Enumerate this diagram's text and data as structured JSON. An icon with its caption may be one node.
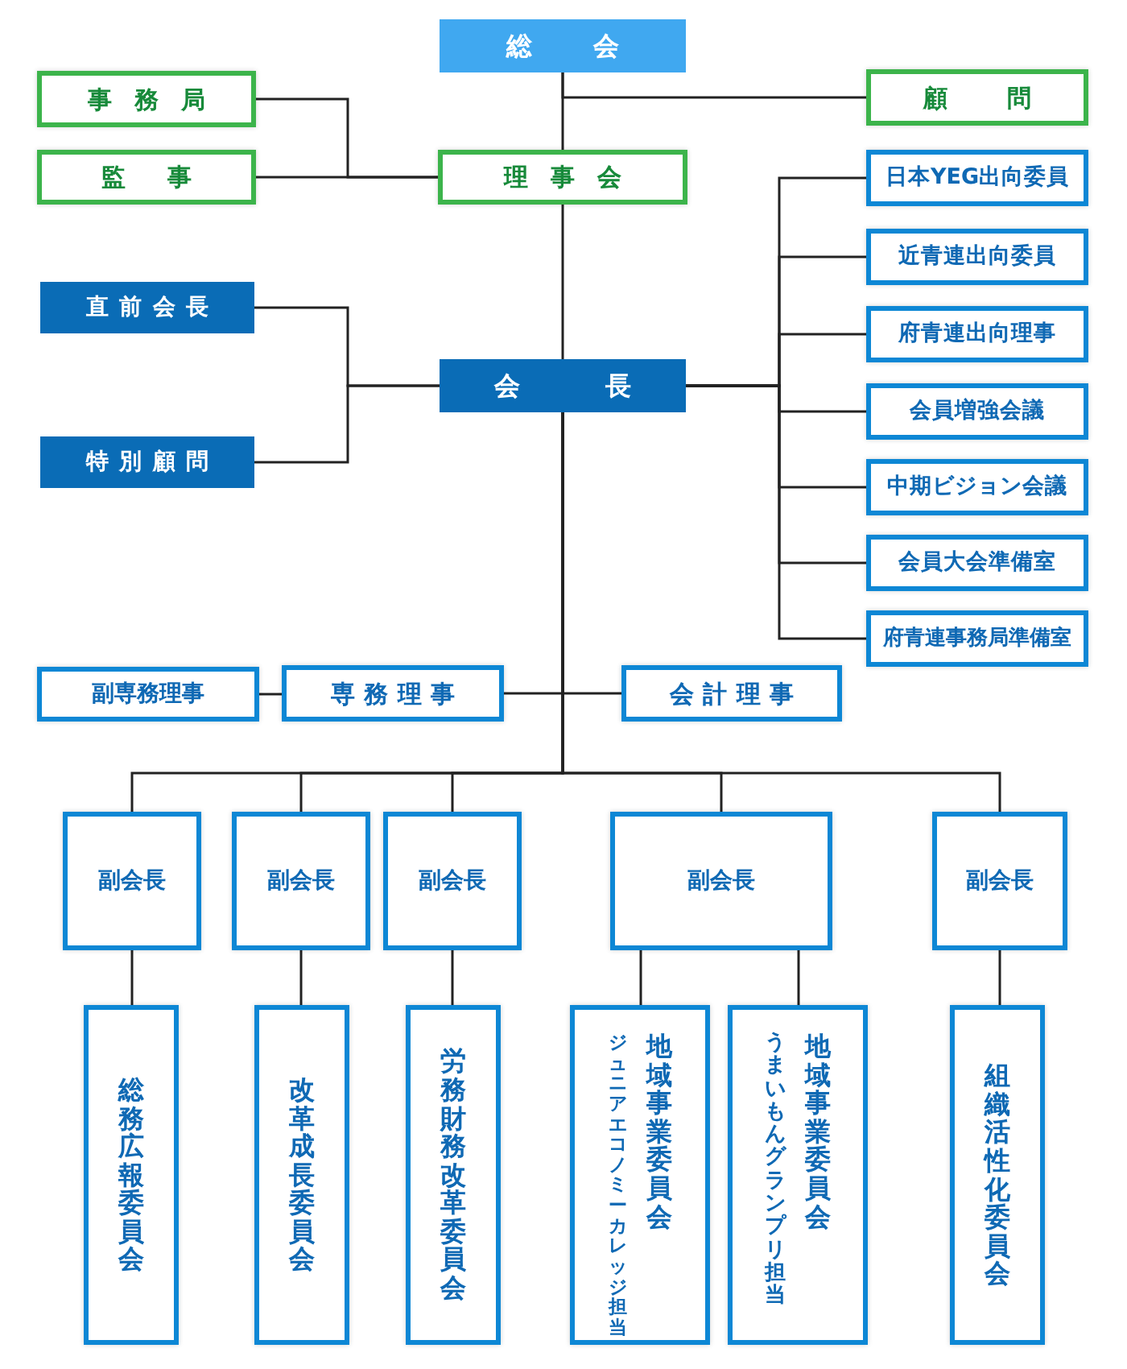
{
  "diagram": {
    "nodes": [
      {
        "text": [
          "総会"
        ]
      },
      {
        "text": [
          "事務局"
        ]
      },
      {
        "text": [
          "顧問"
        ]
      },
      {
        "text": [
          "監事"
        ]
      },
      {
        "text": [
          "理事会"
        ]
      },
      {
        "text": [
          "日本YEG出向委員"
        ]
      },
      {
        "text": [
          "近青連出向委員"
        ]
      },
      {
        "text": [
          "府青連出向理事"
        ]
      },
      {
        "text": [
          "直前会長"
        ]
      },
      {
        "text": [
          "会長"
        ]
      },
      {
        "text": [
          "会員増強会議"
        ]
      },
      {
        "text": [
          "特別顧問"
        ]
      },
      {
        "text": [
          "中期ビジョン会議"
        ]
      },
      {
        "text": [
          "会員大会準備室"
        ]
      },
      {
        "text": [
          "府青連事務局準備室"
        ]
      },
      {
        "text": [
          "副専務理事"
        ]
      },
      {
        "text": [
          "専務理事"
        ]
      },
      {
        "text": [
          "会計理事"
        ]
      },
      {
        "text": [
          "副会長"
        ]
      },
      {
        "text": [
          "副会長"
        ]
      },
      {
        "text": [
          "副会長"
        ]
      },
      {
        "text": [
          "副会長"
        ]
      },
      {
        "text": [
          "副会長"
        ]
      },
      {
        "text": [
          "総務広報委員会"
        ]
      },
      {
        "text": [
          "改革成長委員会"
        ]
      },
      {
        "text": [
          "労務財務改革委員会"
        ]
      },
      {
        "text": [
          "ジュニアエコノミーカレッジ担当",
          "地域事業委員会"
        ]
      },
      {
        "text": [
          "うまいもんグランプリ担当",
          "地域事業委員会"
        ]
      },
      {
        "text": [
          "組織活性化委員会"
        ]
      }
    ],
    "edges": [
      {
        "from": 0,
        "to": 4,
        "arrow": "none"
      },
      {
        "from": 0,
        "to": 2,
        "arrow": "none"
      },
      {
        "from": 1,
        "to": 4,
        "arrow": "none"
      },
      {
        "from": 3,
        "to": 4,
        "arrow": "none"
      },
      {
        "from": 4,
        "to": 9,
        "arrow": "none"
      },
      {
        "from": 8,
        "to": 9,
        "arrow": "none"
      },
      {
        "from": 11,
        "to": 9,
        "arrow": "none"
      },
      {
        "from": 9,
        "to": 5,
        "arrow": "none"
      },
      {
        "from": 9,
        "to": 6,
        "arrow": "none"
      },
      {
        "from": 9,
        "to": 7,
        "arrow": "none"
      },
      {
        "from": 9,
        "to": 10,
        "arrow": "none"
      },
      {
        "from": 9,
        "to": 12,
        "arrow": "none"
      },
      {
        "from": 9,
        "to": 13,
        "arrow": "none"
      },
      {
        "from": 9,
        "to": 14,
        "arrow": "none"
      },
      {
        "from": 9,
        "to": 16,
        "arrow": "none"
      },
      {
        "from": 9,
        "to": 17,
        "arrow": "none"
      },
      {
        "from": 15,
        "to": 16,
        "arrow": "none"
      },
      {
        "from": 9,
        "to": 18,
        "arrow": "none"
      },
      {
        "from": 9,
        "to": 19,
        "arrow": "none"
      },
      {
        "from": 9,
        "to": 20,
        "arrow": "none"
      },
      {
        "from": 9,
        "to": 21,
        "arrow": "none"
      },
      {
        "from": 9,
        "to": 22,
        "arrow": "none"
      },
      {
        "from": 18,
        "to": 23,
        "arrow": "none"
      },
      {
        "from": 19,
        "to": 24,
        "arrow": "none"
      },
      {
        "from": 20,
        "to": 25,
        "arrow": "none"
      },
      {
        "from": 21,
        "to": 26,
        "arrow": "none"
      },
      {
        "from": 21,
        "to": 27,
        "arrow": "none"
      },
      {
        "from": 22,
        "to": 28,
        "arrow": "none"
      }
    ]
  }
}
